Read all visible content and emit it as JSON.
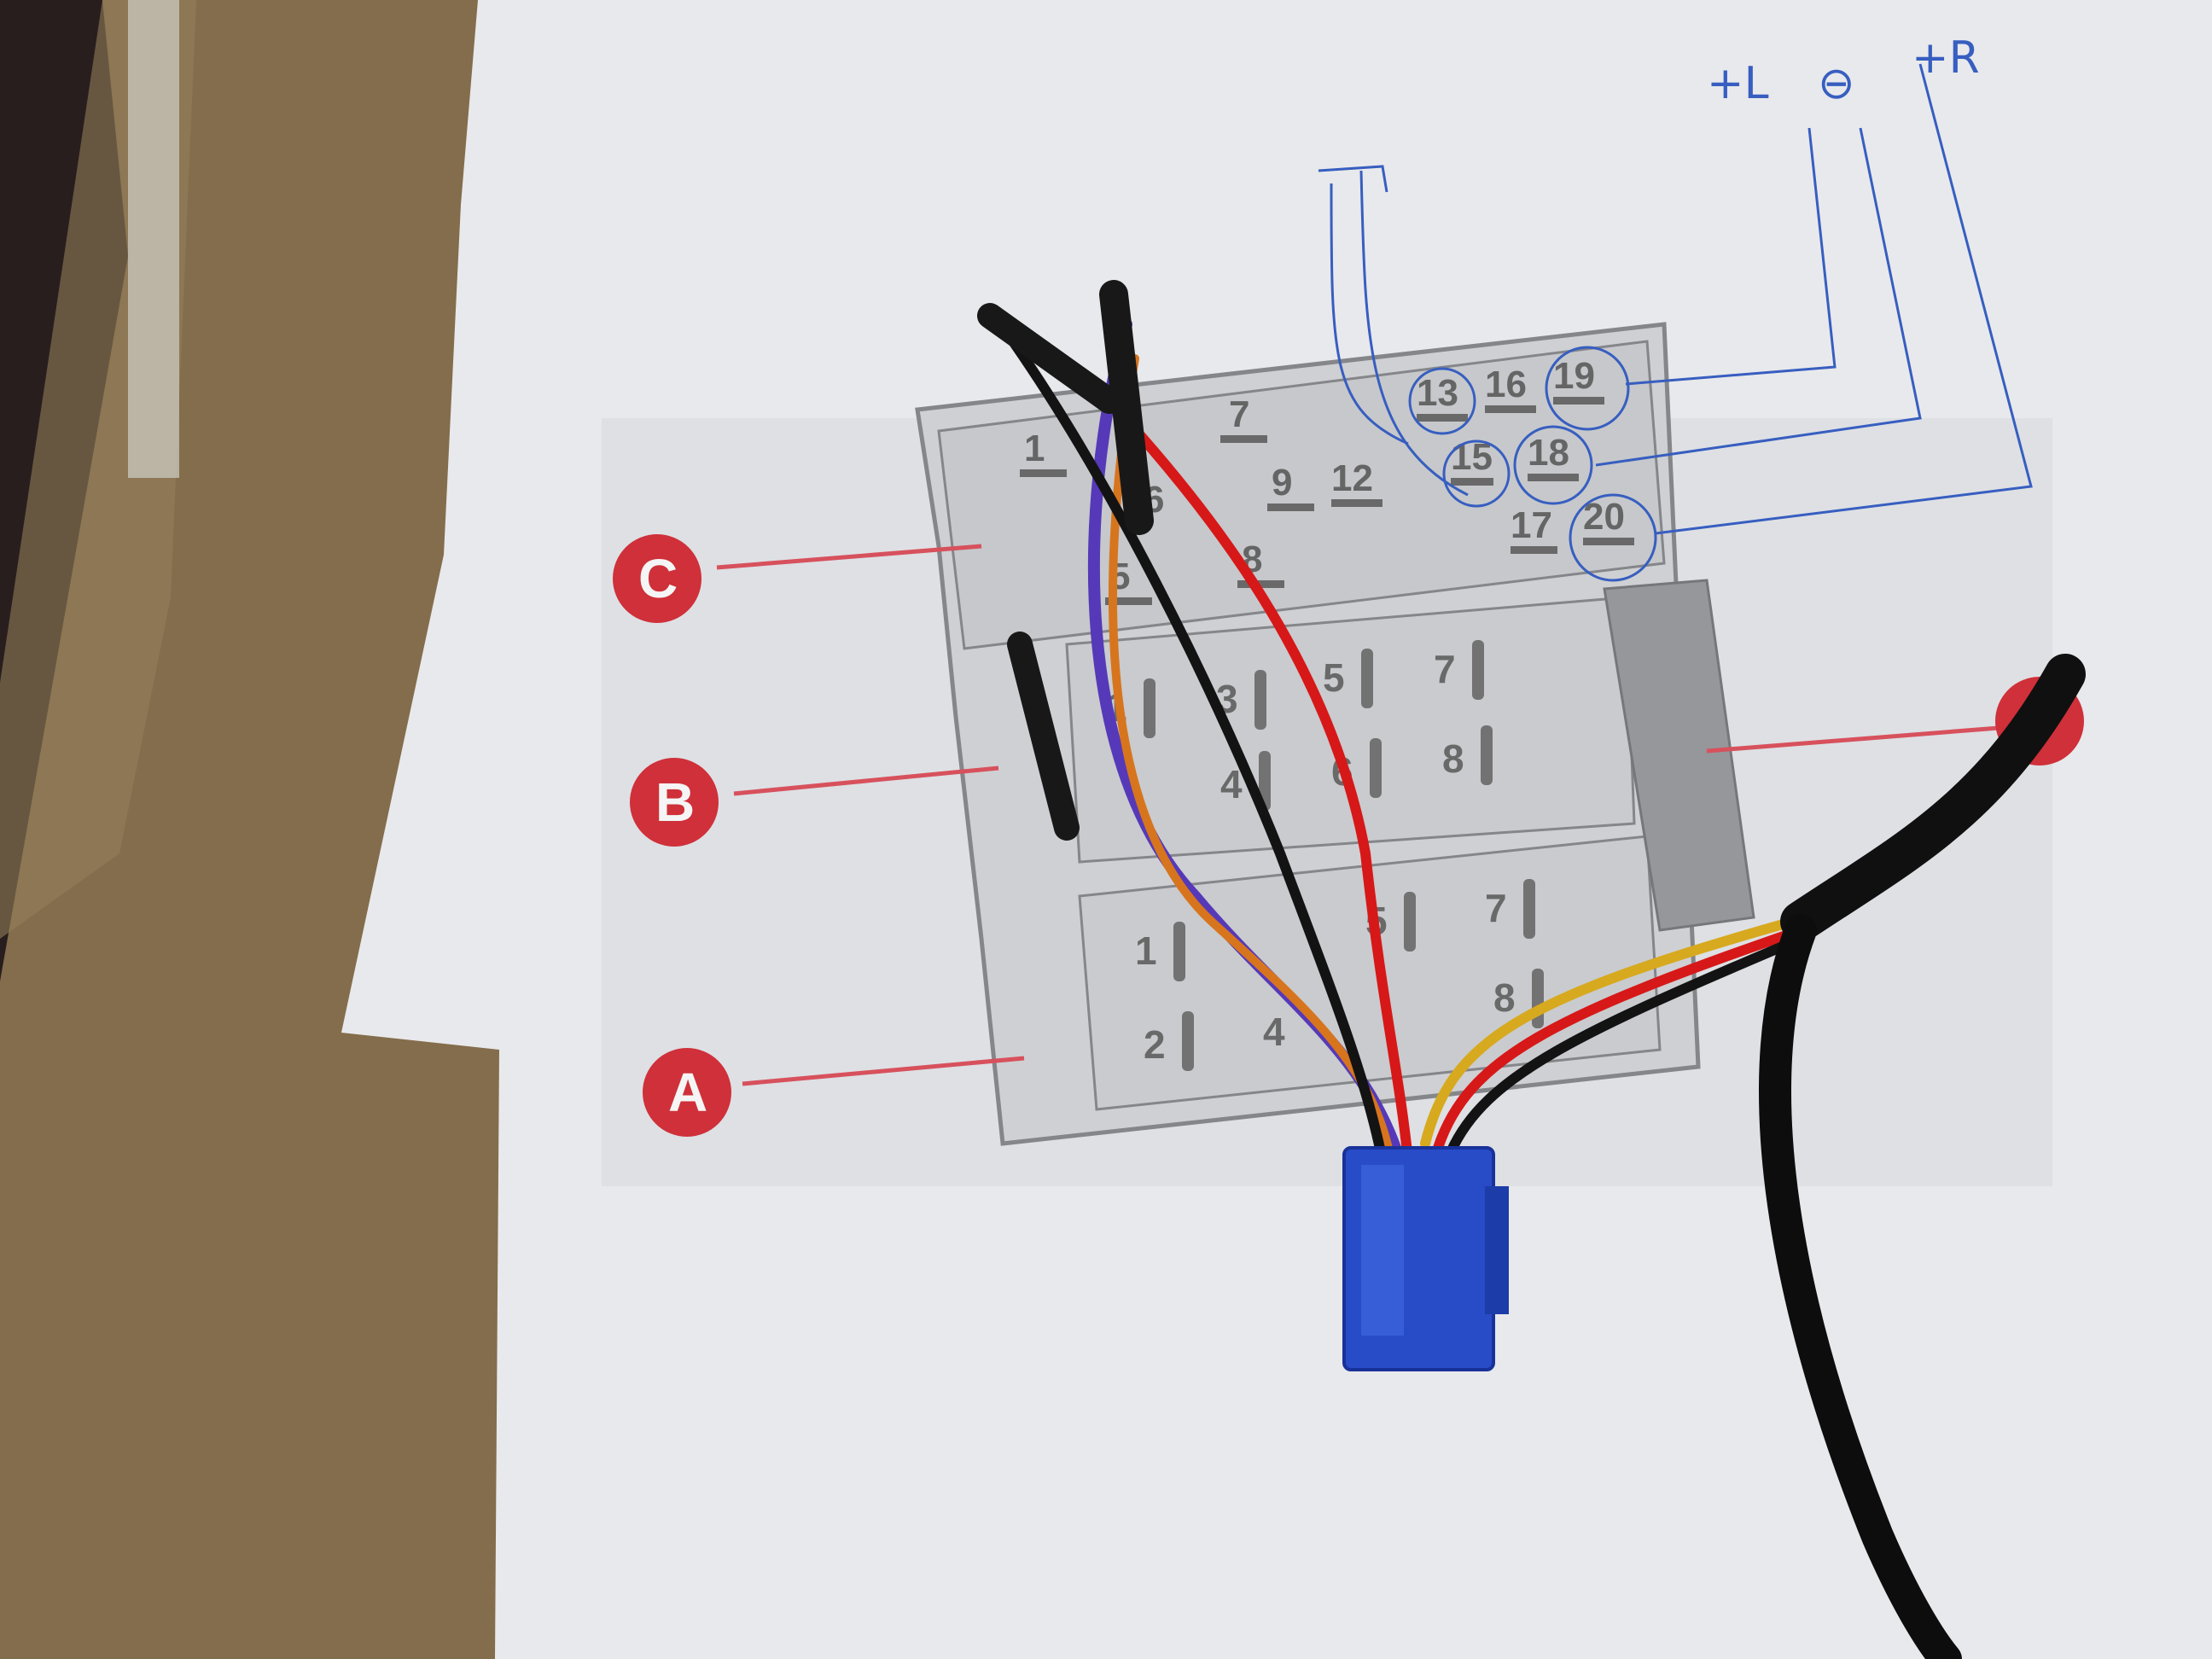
{
  "diagram": {
    "sections": [
      "A",
      "B",
      "C"
    ],
    "connector_c": {
      "pins": [
        "1",
        "6",
        "7",
        "9",
        "12",
        "5",
        "8",
        "13",
        "16",
        "19",
        "15",
        "18",
        "17",
        "20"
      ]
    },
    "connector_b": {
      "pins": [
        "1",
        "3",
        "5",
        "7",
        "4",
        "6",
        "8"
      ]
    },
    "connector_a": {
      "pins": [
        "1",
        "5",
        "7",
        "2",
        "4",
        "8"
      ]
    },
    "handwritten": {
      "left_plus": "+L",
      "ground": "⊖",
      "right_plus": "+R"
    }
  },
  "colors": {
    "paper": "#f4f5f8",
    "cardboard": "#8a7250",
    "diagram_bg": "#e6e8ec",
    "badge_red": "#d8323c",
    "pen_blue": "#3a62c8",
    "plug_blue": "#2a4fd0",
    "wire_red": "#e01a1a",
    "wire_purple": "#5a3cc0",
    "wire_orange": "#e07a20",
    "wire_yellow": "#e0b020",
    "wire_black": "#141414"
  }
}
